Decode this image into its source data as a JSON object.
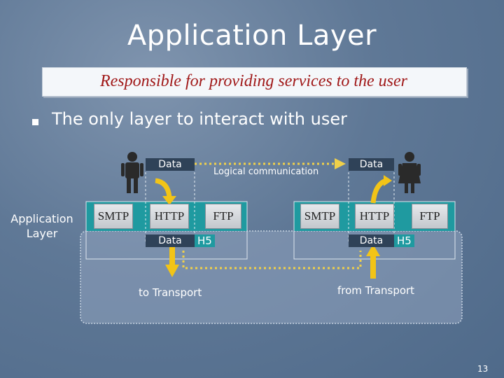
{
  "slide": {
    "title": "Application Layer",
    "subtitle": "Responsible for providing services to the user",
    "bullet": "The only layer to interact with user",
    "side_label": "Application Layer",
    "page_number": "13"
  },
  "diagram": {
    "logical_label": "Logical communication",
    "left_host": {
      "protocols": [
        "SMTP",
        "HTTP",
        "FTP"
      ],
      "data_top": "Data",
      "data_bottom": "Data",
      "header": "H5",
      "transport_label": "to Transport"
    },
    "right_host": {
      "protocols": [
        "SMTP",
        "HTTP",
        "FTP"
      ],
      "data_top": "Data",
      "data_bottom": "Data",
      "header": "H5",
      "transport_label": "from Transport"
    }
  },
  "colors": {
    "background": "#5f7896",
    "subtitle_text": "#a01818",
    "band": "#1f9aa0",
    "arrow_yellow": "#f2c417",
    "dotted_line": "#f0d04a"
  }
}
